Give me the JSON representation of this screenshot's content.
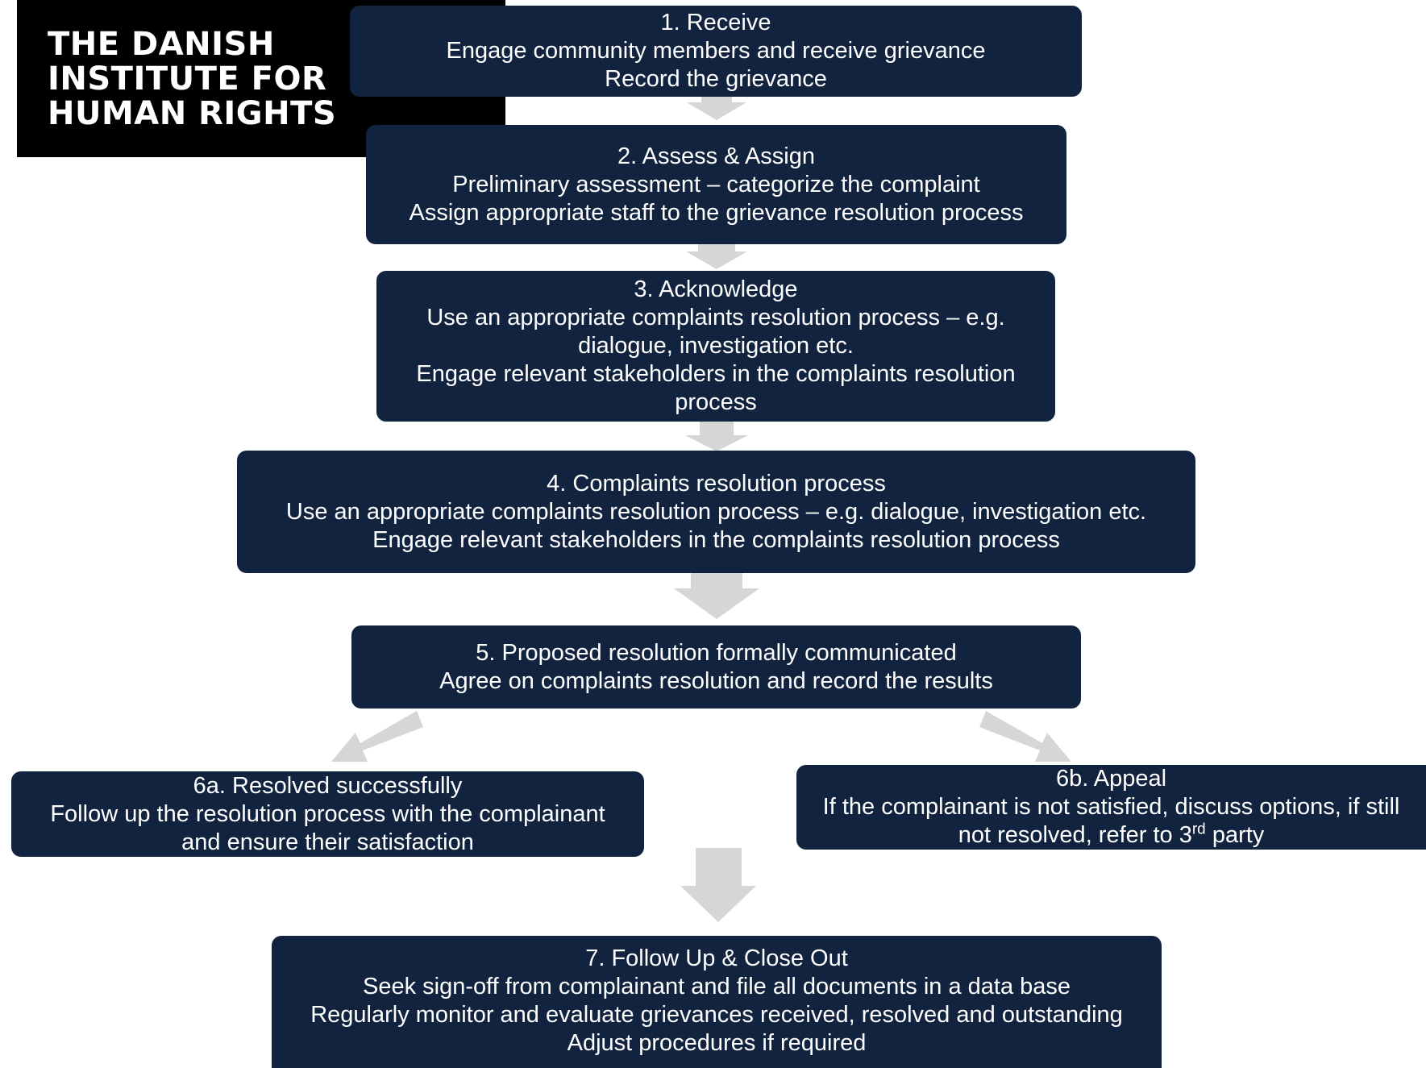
{
  "logo": {
    "lines": [
      "THE DANISH",
      "INSTITUTE FOR",
      "HUMAN RIGHTS"
    ]
  },
  "colors": {
    "box": "#12233f",
    "arrow": "#d6d6d6",
    "logo_bg": "#000000",
    "text": "#ffffff"
  },
  "steps": {
    "s1": {
      "title": "1. Receive",
      "lines": [
        "Engage community members and receive grievance",
        "Record the grievance"
      ]
    },
    "s2": {
      "title": "2. Assess & Assign",
      "lines": [
        "Preliminary assessment – categorize the complaint",
        "Assign appropriate staff to the grievance resolution process"
      ]
    },
    "s3": {
      "title": "3. Acknowledge",
      "lines": [
        "Use an appropriate complaints resolution process – e.g. dialogue, investigation etc.",
        "Engage relevant stakeholders in the complaints resolution process"
      ]
    },
    "s4": {
      "title": "4. Complaints resolution process",
      "lines": [
        "Use an appropriate complaints resolution process – e.g. dialogue, investigation etc.",
        "Engage relevant stakeholders in the complaints resolution process"
      ]
    },
    "s5": {
      "title": "5. Proposed resolution formally communicated",
      "lines": [
        "Agree on complaints resolution and record the results"
      ]
    },
    "s6a": {
      "title": "6a. Resolved successfully",
      "lines": [
        "Follow up the resolution process with the complainant and ensure their satisfaction"
      ]
    },
    "s6b": {
      "title": "6b. Appeal",
      "line_a": "If the complainant is not satisfied, discuss options, if still",
      "line_b_pre": "not resolved, refer to 3",
      "line_b_sup": "rd",
      "line_b_post": " party"
    },
    "s7": {
      "title": "7. Follow Up & Close Out",
      "lines": [
        "Seek sign-off from complainant and file all documents in a data base",
        "Regularly monitor and evaluate grievances received, resolved and outstanding",
        "Adjust procedures if required"
      ]
    }
  }
}
